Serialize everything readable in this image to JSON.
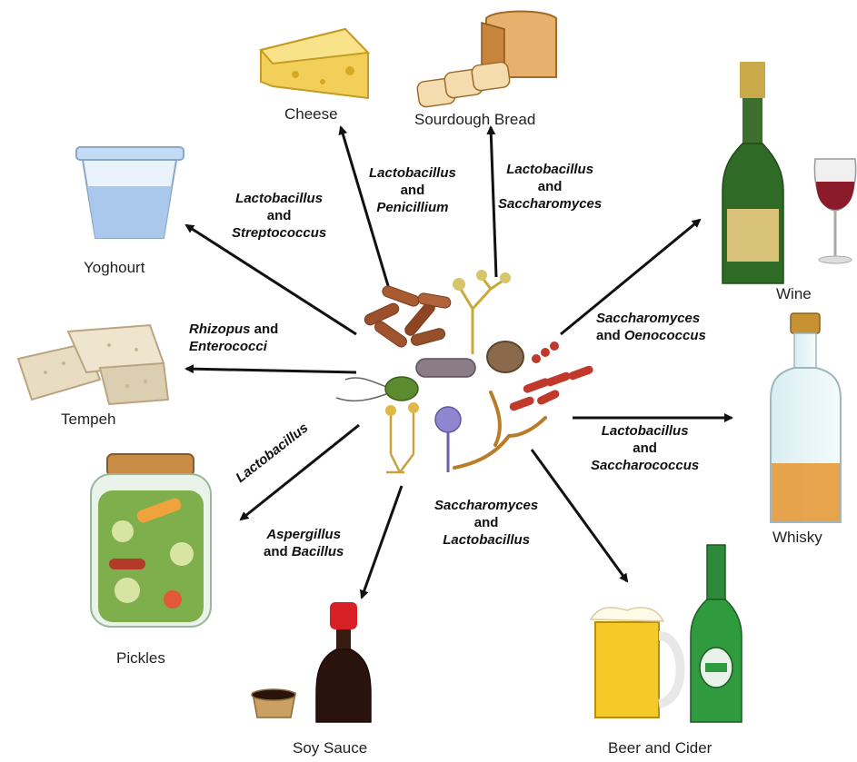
{
  "foods": {
    "cheese": "Cheese",
    "bread": "Sourdough Bread",
    "yoghourt": "Yoghourt",
    "wine": "Wine",
    "tempeh": "Tempeh",
    "whisky": "Whisky",
    "pickles": "Pickles",
    "soy": "Soy Sauce",
    "beer": "Beer and Cider"
  },
  "microbes": {
    "yoghourt": {
      "a": "Lactobacillus",
      "and": "and",
      "b": "Streptococcus"
    },
    "cheese": {
      "a": "Lactobacillus",
      "and": "and",
      "b": "Penicillium"
    },
    "bread": {
      "a": "Lactobacillus",
      "and": "and",
      "b": "Saccharomyces"
    },
    "wine": {
      "a": "Saccharomyces",
      "and": "and",
      "b": "Oenococcus"
    },
    "tempeh": {
      "a": "Rhizopus",
      "and": "and",
      "b": "Enterococci"
    },
    "whisky": {
      "a": "Lactobacillus",
      "and": "and",
      "b": "Saccharococcus"
    },
    "pickles": {
      "a": "Lactobacillus"
    },
    "soy": {
      "a": "Aspergillus",
      "and": "and",
      "b": "Bacillus"
    },
    "beer": {
      "a": "Saccharomyces",
      "and": "and",
      "b": "Lactobacillus"
    }
  }
}
